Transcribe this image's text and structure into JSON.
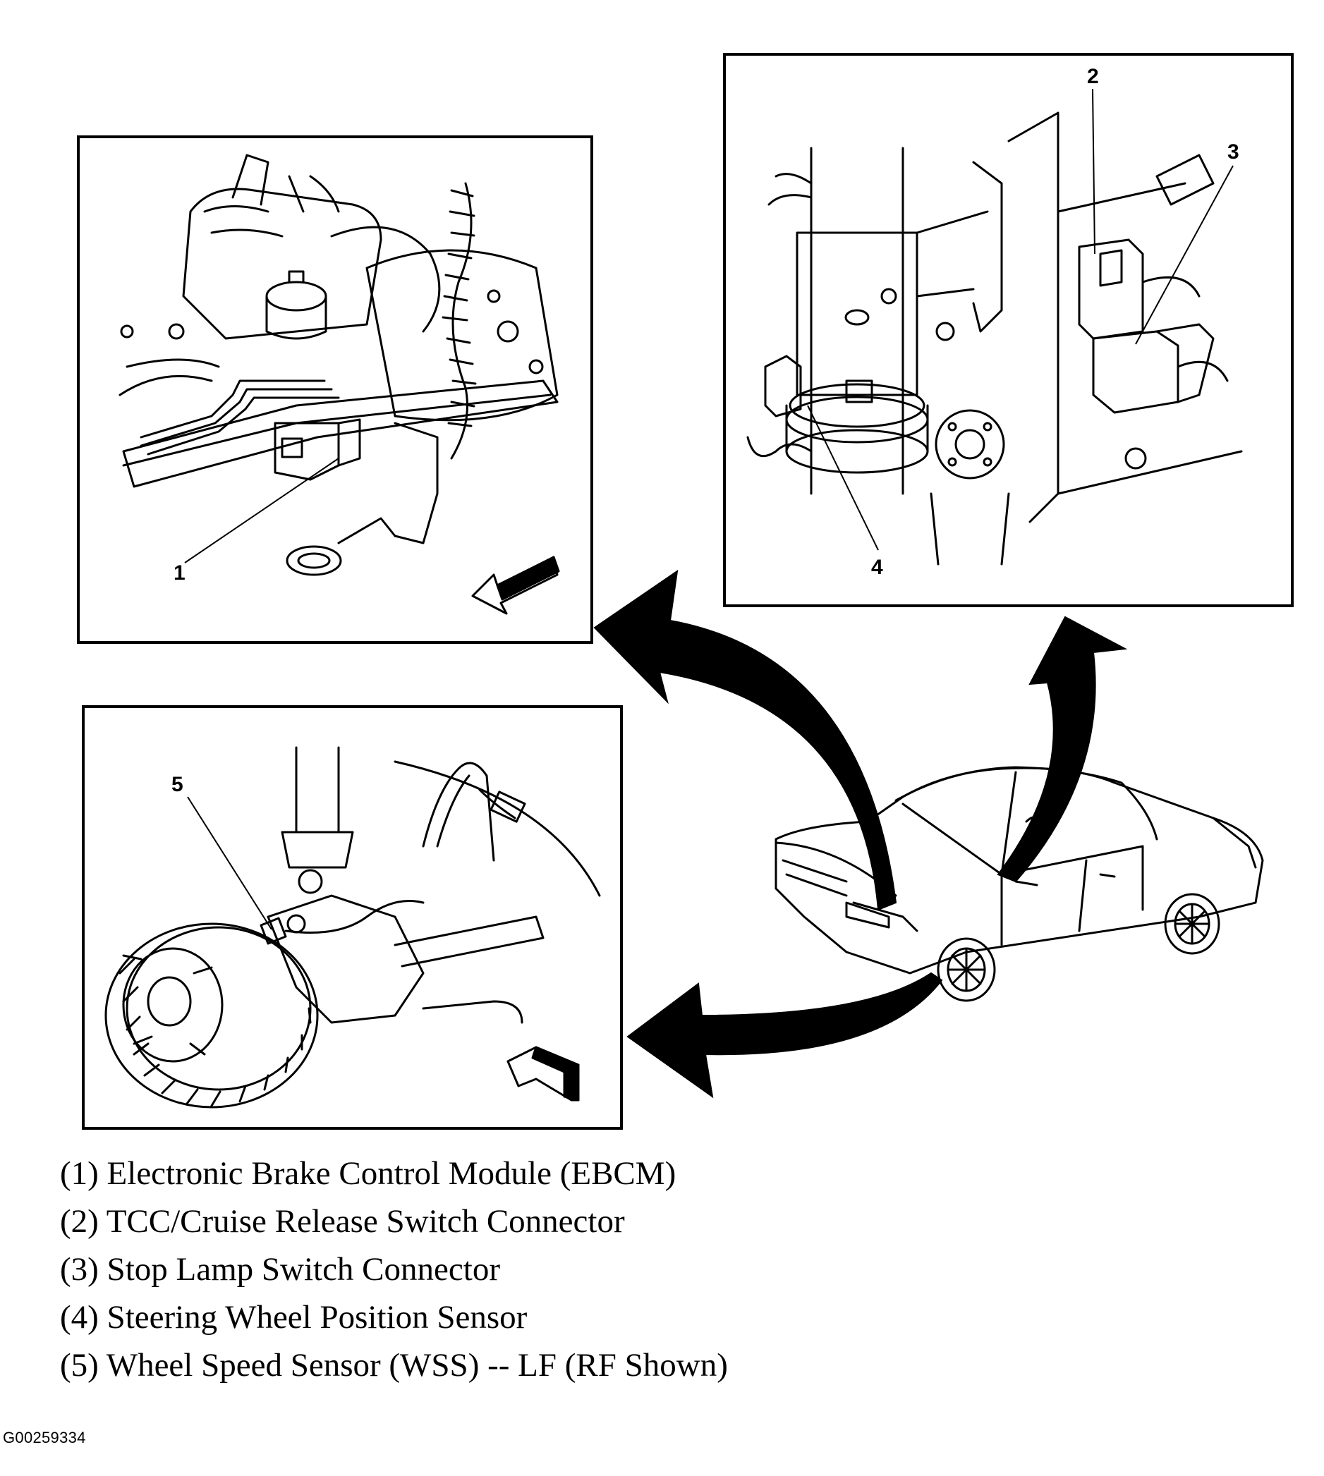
{
  "callouts": [
    "1",
    "2",
    "3",
    "4",
    "5"
  ],
  "legend": [
    "(1) Electronic Brake Control Module (EBCM)",
    "(2) TCC/Cruise Release Switch Connector",
    "(3) Stop Lamp Switch Connector",
    "(4) Steering Wheel Position Sensor",
    "(5) Wheel Speed Sensor (WSS) -- LF (RF Shown)"
  ],
  "figure_id": "G00259334",
  "colors": {
    "ink": "#000000",
    "paper": "#ffffff"
  }
}
